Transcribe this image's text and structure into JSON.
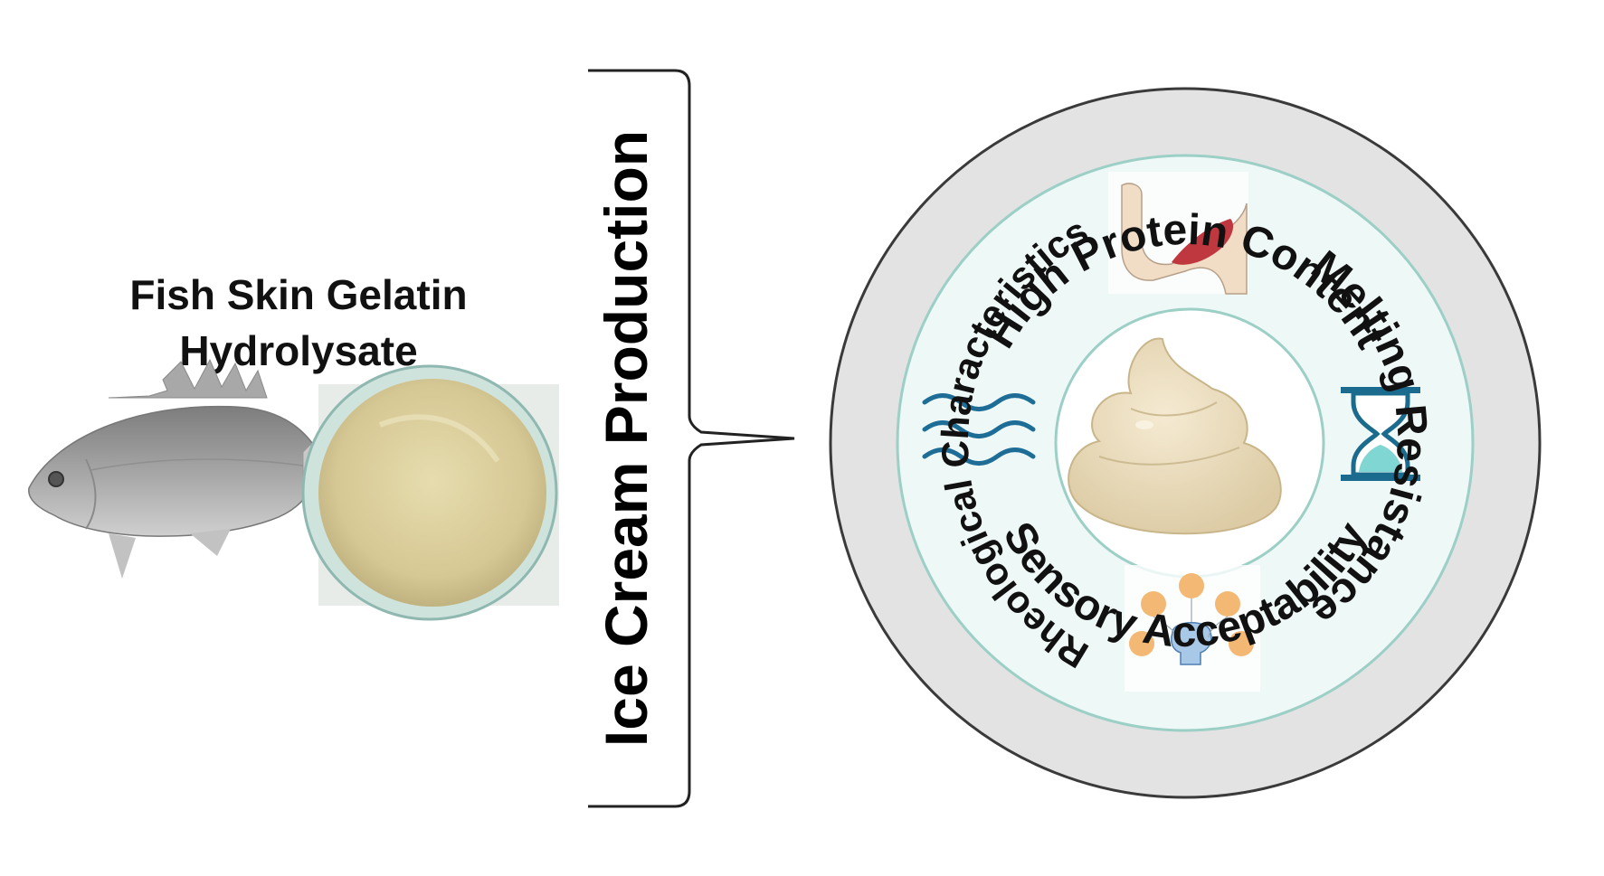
{
  "source": {
    "title_line1": "Fish Skin Gelatin",
    "title_line2": "Hydrolysate",
    "fish_icon": "fish-icon",
    "powder_image": "gelatin-powder-dish"
  },
  "process": {
    "label": "Ice Cream Production",
    "bracket_icon": "curly-brace"
  },
  "properties_ring": {
    "top": "High Protein Content",
    "right": "Melting Resistance",
    "bottom": "Sensory Acceptability",
    "left": "Rheological Characteristics"
  },
  "inner_icons": {
    "top": "flexed-arm-muscle-icon",
    "right": "hourglass-icon",
    "bottom": "five-senses-icon",
    "left": "waves-icon",
    "center": "ice-cream-swirl"
  },
  "colors": {
    "ring_fill": "#e3e3e3",
    "ring_outline": "#3a3a3a",
    "inner_fill": "#eef8f6",
    "inner_outline": "#9ccfc6",
    "wave": "#1e6d96",
    "hourglass": "#1a6b8e",
    "hourglass_sand": "#7fd6d2",
    "ice_cream": "#ecdfc2",
    "powder": "#d9cc9a"
  }
}
